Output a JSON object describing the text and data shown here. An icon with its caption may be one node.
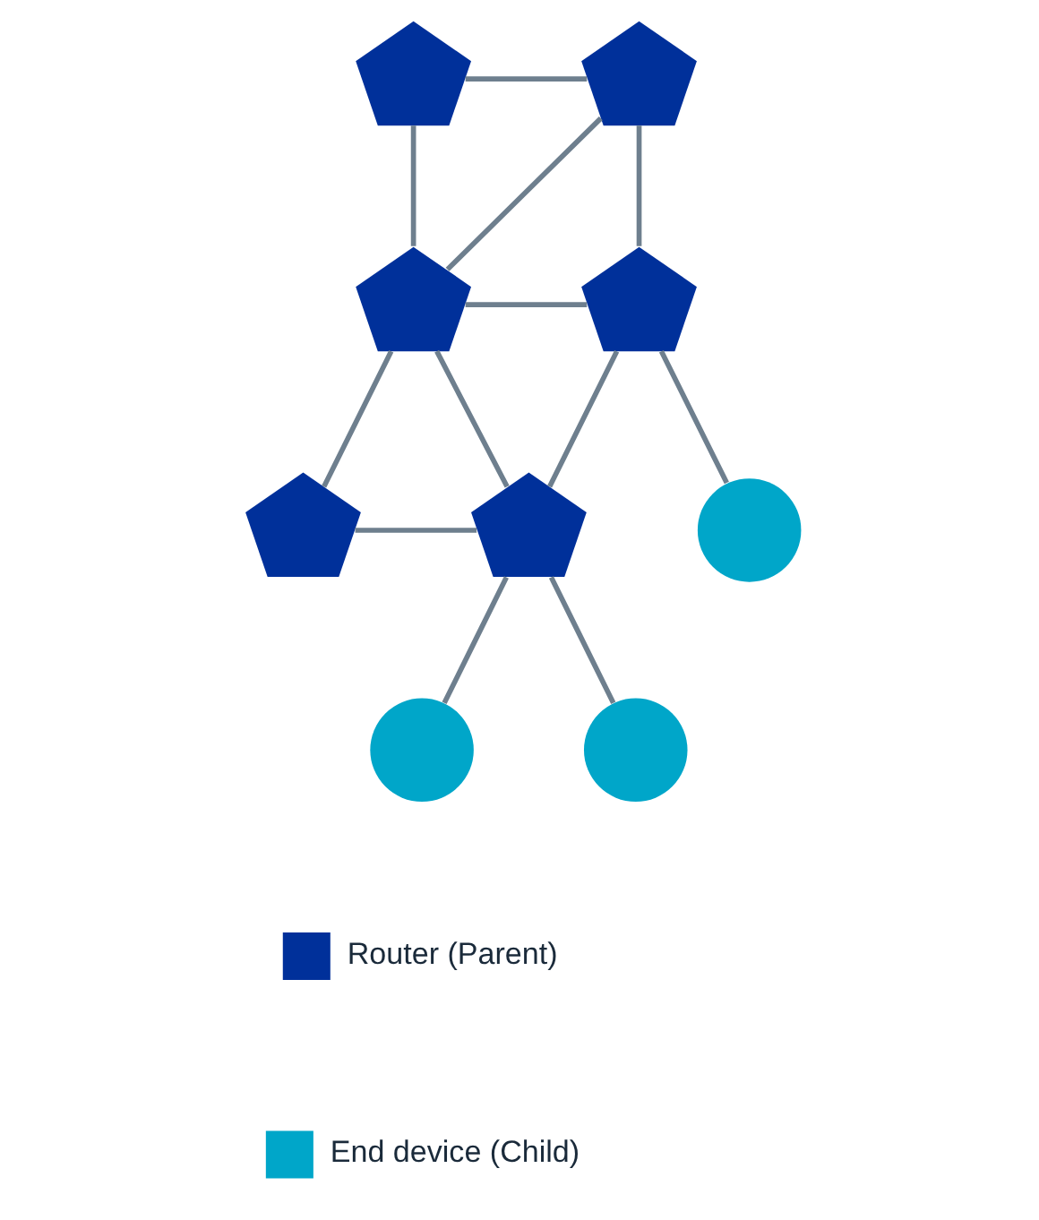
{
  "diagram": {
    "nodes": [
      {
        "text": [],
        "shape": "pentagon"
      },
      {
        "text": [],
        "shape": "pentagon"
      },
      {
        "text": [],
        "shape": "pentagon"
      },
      {
        "text": [],
        "shape": "pentagon"
      },
      {
        "text": [],
        "shape": "pentagon"
      },
      {
        "text": [],
        "shape": "pentagon"
      },
      {
        "text": [],
        "shape": "circle"
      },
      {
        "text": [],
        "shape": "circle"
      },
      {
        "text": [],
        "shape": "circle"
      }
    ],
    "edges": [
      {
        "from": 0,
        "to": 1,
        "arrow": "none"
      },
      {
        "from": 0,
        "to": 2,
        "arrow": "none"
      },
      {
        "from": 1,
        "to": 2,
        "arrow": "none"
      },
      {
        "from": 1,
        "to": 3,
        "arrow": "none"
      },
      {
        "from": 2,
        "to": 3,
        "arrow": "none"
      },
      {
        "from": 2,
        "to": 4,
        "arrow": "none"
      },
      {
        "from": 2,
        "to": 5,
        "arrow": "none"
      },
      {
        "from": 4,
        "to": 5,
        "arrow": "none"
      },
      {
        "from": 3,
        "to": 5,
        "arrow": "none"
      },
      {
        "from": 3,
        "to": 6,
        "arrow": "none"
      },
      {
        "from": 5,
        "to": 7,
        "arrow": "none"
      },
      {
        "from": 5,
        "to": 8,
        "arrow": "none"
      }
    ],
    "legend": [
      {
        "text": "Router (Parent)",
        "color": "#00309a"
      },
      {
        "text": "End device (Child)",
        "color": "#00a6c9"
      }
    ]
  }
}
